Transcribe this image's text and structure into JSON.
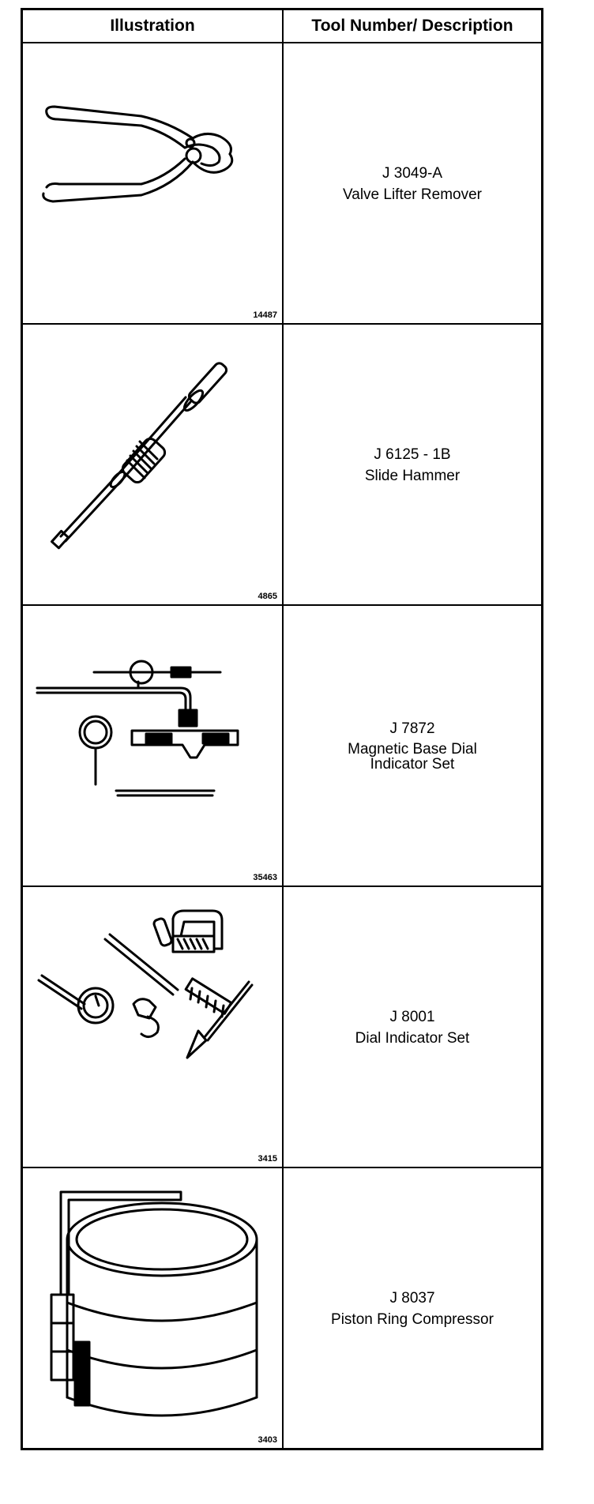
{
  "table": {
    "headers": {
      "illustration": "Illustration",
      "tool": "Tool Number/ Description"
    },
    "rows": [
      {
        "figure_number": "14487",
        "tool_number": "J 3049-A",
        "description": "Valve Lifter Remover",
        "icon": "pliers-icon"
      },
      {
        "figure_number": "4865",
        "tool_number": "J 6125 - 1B",
        "description": "Slide Hammer",
        "icon": "slide-hammer-icon"
      },
      {
        "figure_number": "35463",
        "tool_number": "J 7872",
        "description": "Magnetic Base Dial\nIndicator Set",
        "icon": "magnetic-base-indicator-icon"
      },
      {
        "figure_number": "3415",
        "tool_number": "J 8001",
        "description": "Dial Indicator Set",
        "icon": "dial-indicator-set-icon"
      },
      {
        "figure_number": "3403",
        "tool_number": "J 8037",
        "description": "Piston Ring Compressor",
        "icon": "ring-compressor-icon"
      }
    ]
  }
}
